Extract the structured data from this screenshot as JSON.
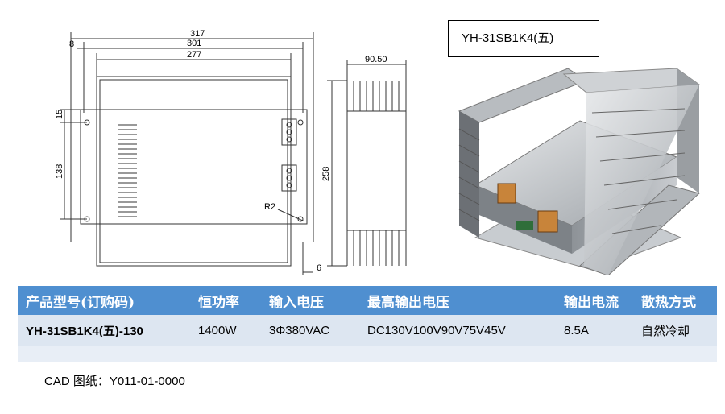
{
  "drawing": {
    "dims": {
      "d317": "317",
      "d301": "301",
      "d277": "277",
      "d8": "8",
      "d15": "15",
      "d138": "138",
      "dR2": "R2",
      "d258": "258",
      "d90_50": "90.50",
      "d6": "6"
    }
  },
  "model_box": {
    "label": "YH-31SB1K4(五)"
  },
  "table": {
    "headers": [
      "产品型号(订购码)",
      "恒功率",
      "输入电压",
      "最高输出电压",
      "输出电流",
      "散热方式"
    ],
    "row": [
      "YH-31SB1K4(五)-130",
      "1400W",
      "3Φ380VAC",
      "DC130V100V90V75V45V",
      "8.5A",
      "自然冷却"
    ]
  },
  "footer": {
    "cad": "CAD 图纸：Y011-01-0000"
  },
  "colors": {
    "header_bg": "#4f8fd0",
    "row_bg": "#dde6f1"
  }
}
